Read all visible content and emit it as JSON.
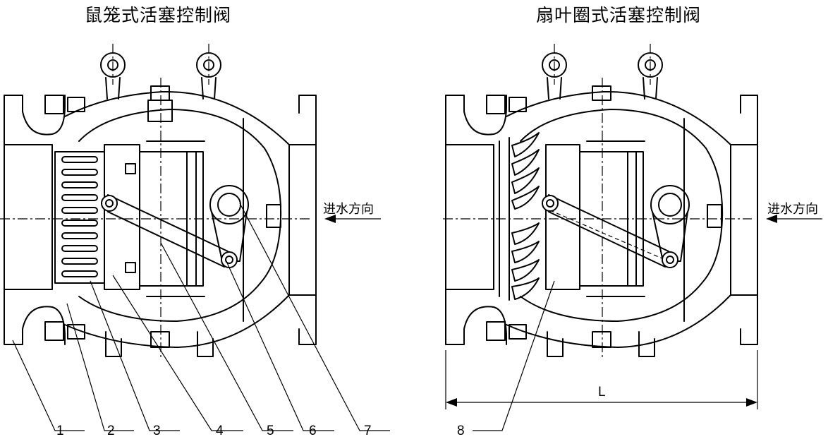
{
  "titles": {
    "left": "鼠笼式活塞控制阀",
    "right": "扇叶圈式活塞控制阀"
  },
  "flow_direction": {
    "left": "进水方向",
    "right": "进水方向"
  },
  "part_numbers": [
    "1",
    "2",
    "3",
    "4",
    "5",
    "6",
    "7",
    "8"
  ],
  "dimension_label": "L"
}
